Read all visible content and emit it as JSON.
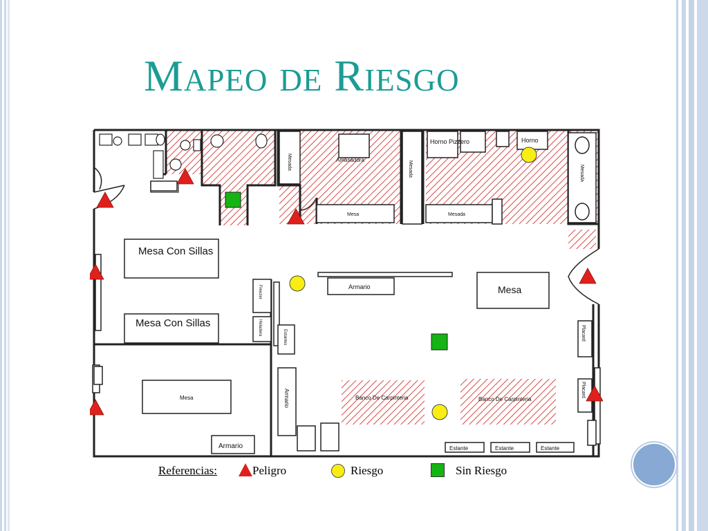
{
  "title": "Mapeo de Riesgo",
  "rooms": {
    "mesa_sillas_1": "Mesa Con Sillas",
    "mesa_sillas_2": "Mesa Con Sillas",
    "mesa_left": "Mesa",
    "armario_bottom": "Armario",
    "armario_center": "Armario",
    "mesa_right": "Mesa",
    "banco_1": "Banco De Carpinteria",
    "banco_2": "Banco De Carpinteria",
    "estante": "Estante",
    "amasadora": "Amasadora",
    "mesada": "Mesada",
    "horno_pizzero": "Horno Pizzero",
    "horno": "Horno",
    "mesa_kitchen": "Mesa",
    "armario_v": "Armario",
    "freezer": "Freezer",
    "heladera": "Heladera",
    "estantes": "Estantes",
    "placard": "Placard"
  },
  "colors": {
    "peligro": "#e0201c",
    "riesgo": "#f8ee14",
    "sin_riesgo": "#14b414",
    "hatch": "#d94848",
    "title": "#1c9c95"
  },
  "legend": {
    "label": "Referencias:",
    "peligro": "Peligro",
    "riesgo": "Riesgo",
    "sin_riesgo": "Sin Riesgo"
  }
}
